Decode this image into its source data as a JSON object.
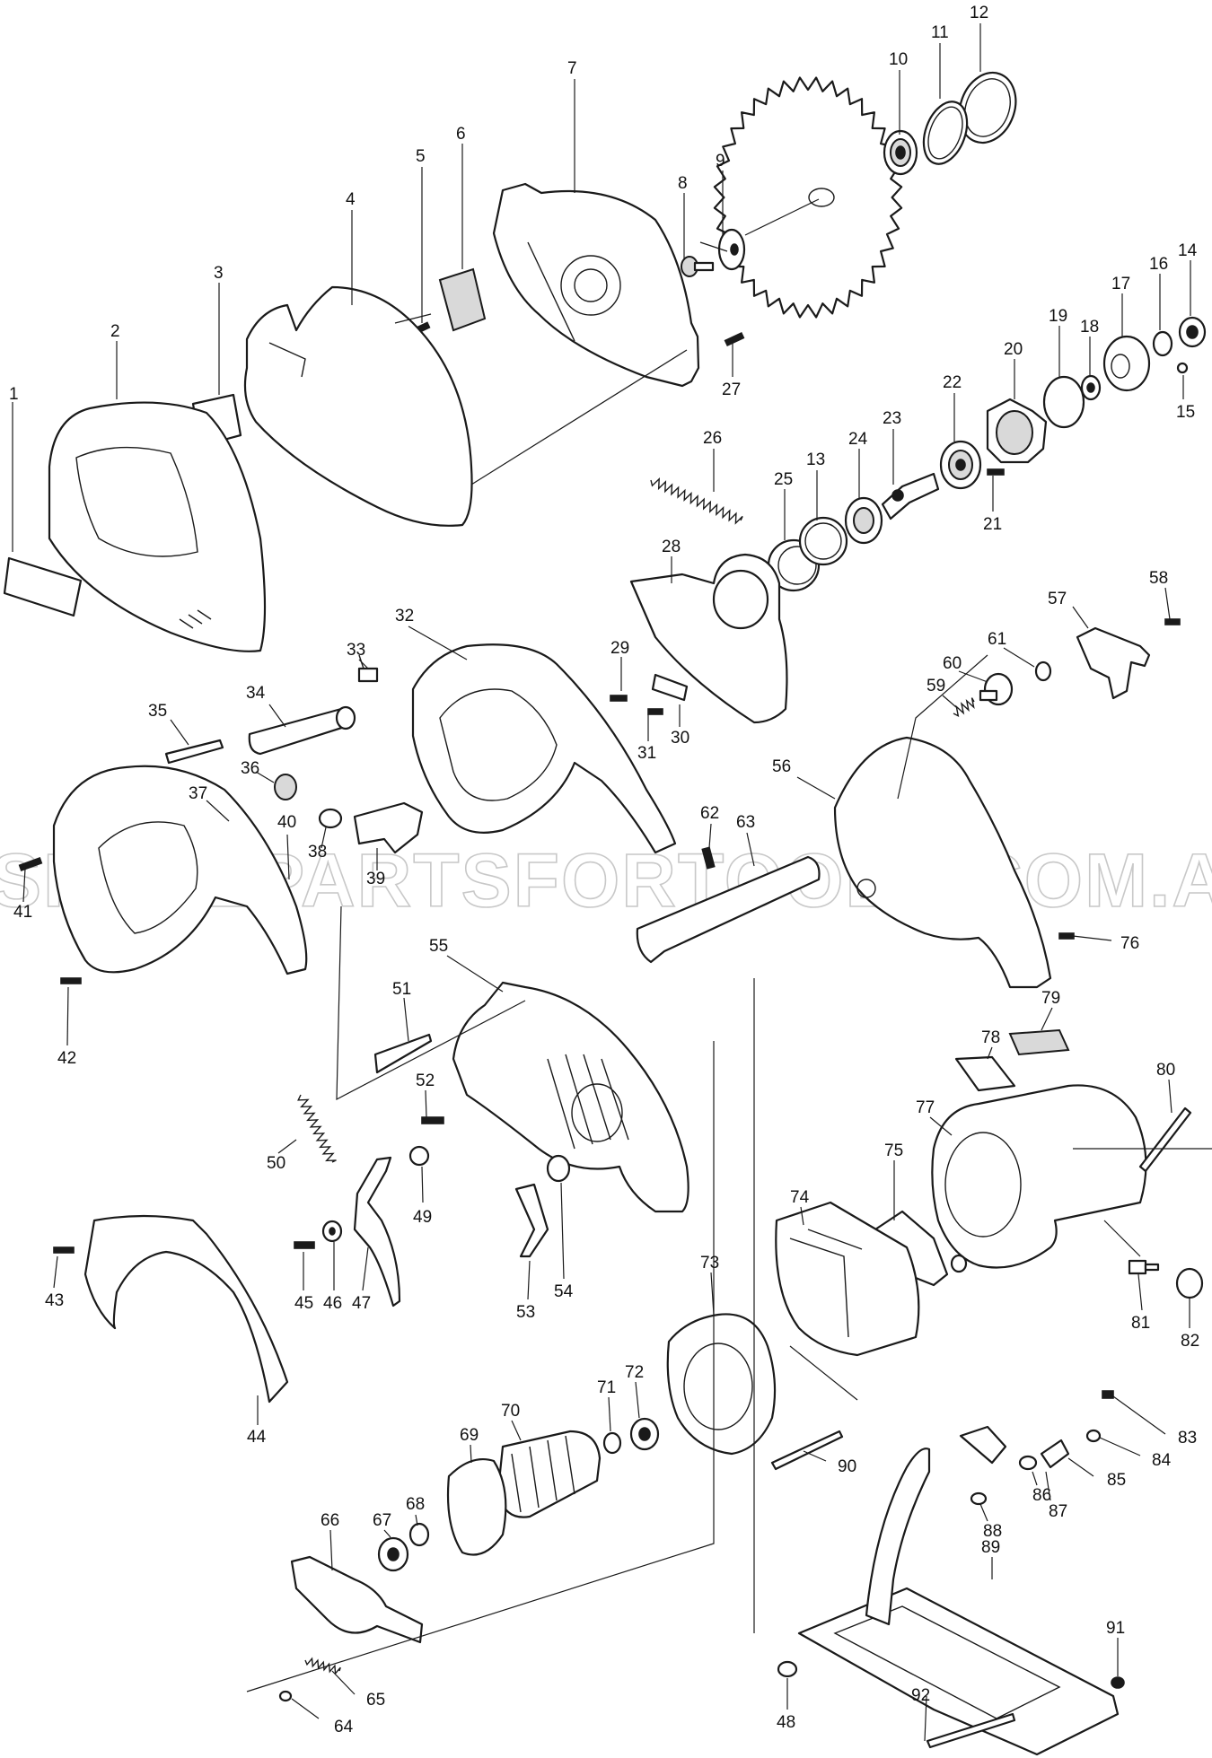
{
  "watermark": "SPAREPARTSFORTOOLS.COM.AU",
  "callouts": [
    {
      "n": "1"
    },
    {
      "n": "2"
    },
    {
      "n": "3"
    },
    {
      "n": "4"
    },
    {
      "n": "5"
    },
    {
      "n": "6"
    },
    {
      "n": "7"
    },
    {
      "n": "8"
    },
    {
      "n": "9"
    },
    {
      "n": "10"
    },
    {
      "n": "11"
    },
    {
      "n": "12"
    },
    {
      "n": "13"
    },
    {
      "n": "14"
    },
    {
      "n": "15"
    },
    {
      "n": "16"
    },
    {
      "n": "17"
    },
    {
      "n": "18"
    },
    {
      "n": "19"
    },
    {
      "n": "20"
    },
    {
      "n": "21"
    },
    {
      "n": "22"
    },
    {
      "n": "23"
    },
    {
      "n": "24"
    },
    {
      "n": "25"
    },
    {
      "n": "26"
    },
    {
      "n": "27"
    },
    {
      "n": "28"
    },
    {
      "n": "29"
    },
    {
      "n": "30"
    },
    {
      "n": "31"
    },
    {
      "n": "32"
    },
    {
      "n": "33"
    },
    {
      "n": "34"
    },
    {
      "n": "35"
    },
    {
      "n": "36"
    },
    {
      "n": "37"
    },
    {
      "n": "38"
    },
    {
      "n": "39"
    },
    {
      "n": "40"
    },
    {
      "n": "41"
    },
    {
      "n": "42"
    },
    {
      "n": "43"
    },
    {
      "n": "44"
    },
    {
      "n": "45"
    },
    {
      "n": "46"
    },
    {
      "n": "47"
    },
    {
      "n": "48"
    },
    {
      "n": "49"
    },
    {
      "n": "50"
    },
    {
      "n": "51"
    },
    {
      "n": "52"
    },
    {
      "n": "53"
    },
    {
      "n": "54"
    },
    {
      "n": "55"
    },
    {
      "n": "56"
    },
    {
      "n": "57"
    },
    {
      "n": "58"
    },
    {
      "n": "59"
    },
    {
      "n": "60"
    },
    {
      "n": "61"
    },
    {
      "n": "62"
    },
    {
      "n": "63"
    },
    {
      "n": "64"
    },
    {
      "n": "65"
    },
    {
      "n": "66"
    },
    {
      "n": "67"
    },
    {
      "n": "68"
    },
    {
      "n": "69"
    },
    {
      "n": "70"
    },
    {
      "n": "71"
    },
    {
      "n": "72"
    },
    {
      "n": "73"
    },
    {
      "n": "74"
    },
    {
      "n": "75"
    },
    {
      "n": "76"
    },
    {
      "n": "77"
    },
    {
      "n": "78"
    },
    {
      "n": "79"
    },
    {
      "n": "80"
    },
    {
      "n": "81"
    },
    {
      "n": "82"
    },
    {
      "n": "83"
    },
    {
      "n": "84"
    },
    {
      "n": "85"
    },
    {
      "n": "86"
    },
    {
      "n": "87"
    },
    {
      "n": "88"
    },
    {
      "n": "89"
    },
    {
      "n": "90"
    },
    {
      "n": "91"
    },
    {
      "n": "92"
    }
  ]
}
